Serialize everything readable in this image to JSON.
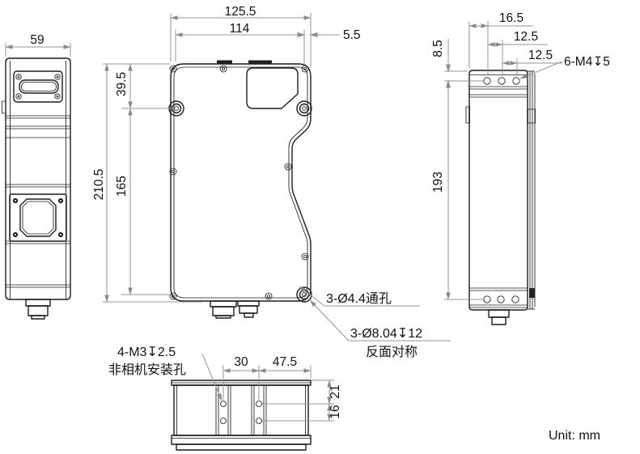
{
  "unit_label": "Unit: mm",
  "views": {
    "left": {
      "dim_width": "59"
    },
    "front": {
      "dim_overall_width": "125.5",
      "dim_inner_width": "114",
      "dim_right_offset": "5.5",
      "dim_overall_height": "210.5",
      "dim_mid_span": "165",
      "dim_top_to_hole": "39.5"
    },
    "right": {
      "dim_first_hole": "16.5",
      "dim_pitch_a": "12.5",
      "dim_pitch_b": "12.5",
      "dim_top_offset": "8.5",
      "dim_hole_span": "193",
      "note_thread": "6-M4↧5"
    },
    "bottom": {
      "dim_pitch": "30",
      "dim_edge": "47.5",
      "dim_depth_a": "21",
      "dim_depth_b": "16",
      "note_thread": "4-M3↧2.5",
      "note_desc": "非相机安装孔"
    }
  },
  "annotations": {
    "through_hole": "3-Ø4.4通孔",
    "counterbore": "3-Ø8.04↧12",
    "mirror_note": "反面对称"
  }
}
